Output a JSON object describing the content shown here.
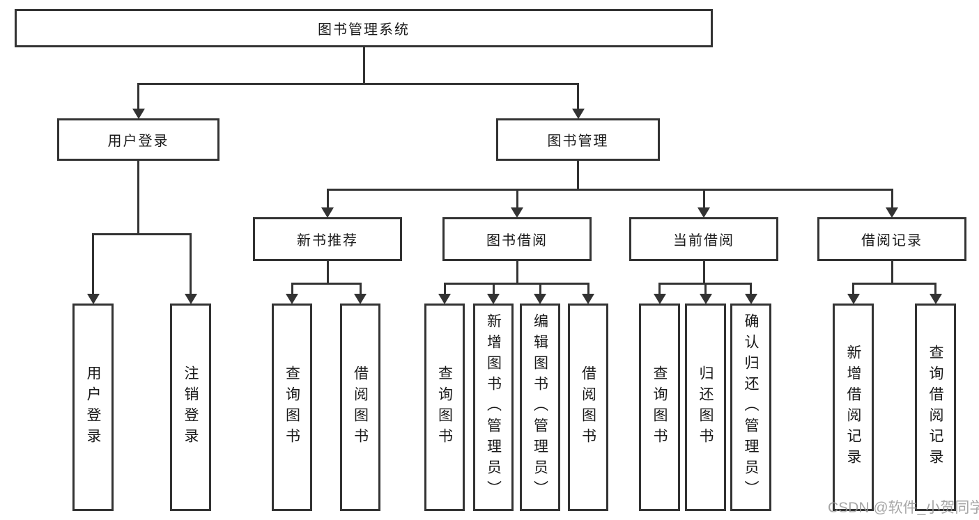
{
  "diagram": {
    "nodes": [
      {
        "id": "root",
        "label": "图书管理系统"
      },
      {
        "id": "user-login",
        "label": "用户登录"
      },
      {
        "id": "book-mgmt",
        "label": "图书管理"
      },
      {
        "id": "new-book-rec",
        "label": "新书推荐"
      },
      {
        "id": "book-borrow",
        "label": "图书借阅"
      },
      {
        "id": "current-borrow",
        "label": "当前借阅"
      },
      {
        "id": "borrow-records",
        "label": "借阅记录"
      },
      {
        "id": "leaf-user-login",
        "label": "用户登录"
      },
      {
        "id": "leaf-logout",
        "label": "注销登录"
      },
      {
        "id": "leaf-rec-query",
        "label": "查询图书"
      },
      {
        "id": "leaf-rec-borrow",
        "label": "借阅图书"
      },
      {
        "id": "leaf-bor-query",
        "label": "查询图书"
      },
      {
        "id": "leaf-bor-add",
        "label": "新增图书（管理员）"
      },
      {
        "id": "leaf-bor-edit",
        "label": "编辑图书（管理员）"
      },
      {
        "id": "leaf-bor-borrow",
        "label": "借阅图书"
      },
      {
        "id": "leaf-cur-query",
        "label": "查询图书"
      },
      {
        "id": "leaf-cur-return",
        "label": "归还图书"
      },
      {
        "id": "leaf-cur-confirm",
        "label": "确认归还（管理员）"
      },
      {
        "id": "leaf-hist-add",
        "label": "新增借阅记录"
      },
      {
        "id": "leaf-hist-query",
        "label": "查询借阅记录"
      }
    ],
    "edges": [
      {
        "parent": "root",
        "children": [
          "user-login",
          "book-mgmt"
        ]
      },
      {
        "parent": "user-login",
        "children": [
          "leaf-user-login",
          "leaf-logout"
        ]
      },
      {
        "parent": "book-mgmt",
        "children": [
          "new-book-rec",
          "book-borrow",
          "current-borrow",
          "borrow-records"
        ]
      },
      {
        "parent": "new-book-rec",
        "children": [
          "leaf-rec-query",
          "leaf-rec-borrow"
        ]
      },
      {
        "parent": "book-borrow",
        "children": [
          "leaf-bor-query",
          "leaf-bor-add",
          "leaf-bor-edit",
          "leaf-bor-borrow"
        ]
      },
      {
        "parent": "current-borrow",
        "children": [
          "leaf-cur-query",
          "leaf-cur-return",
          "leaf-cur-confirm"
        ]
      },
      {
        "parent": "borrow-records",
        "children": [
          "leaf-hist-add",
          "leaf-hist-query"
        ]
      }
    ],
    "colors": {
      "line": "#333333",
      "text": "#1a1a1a",
      "background": "#ffffff",
      "watermark": "#979797"
    }
  },
  "watermark": {
    "text": "CSDN @软件_小贺同学"
  }
}
